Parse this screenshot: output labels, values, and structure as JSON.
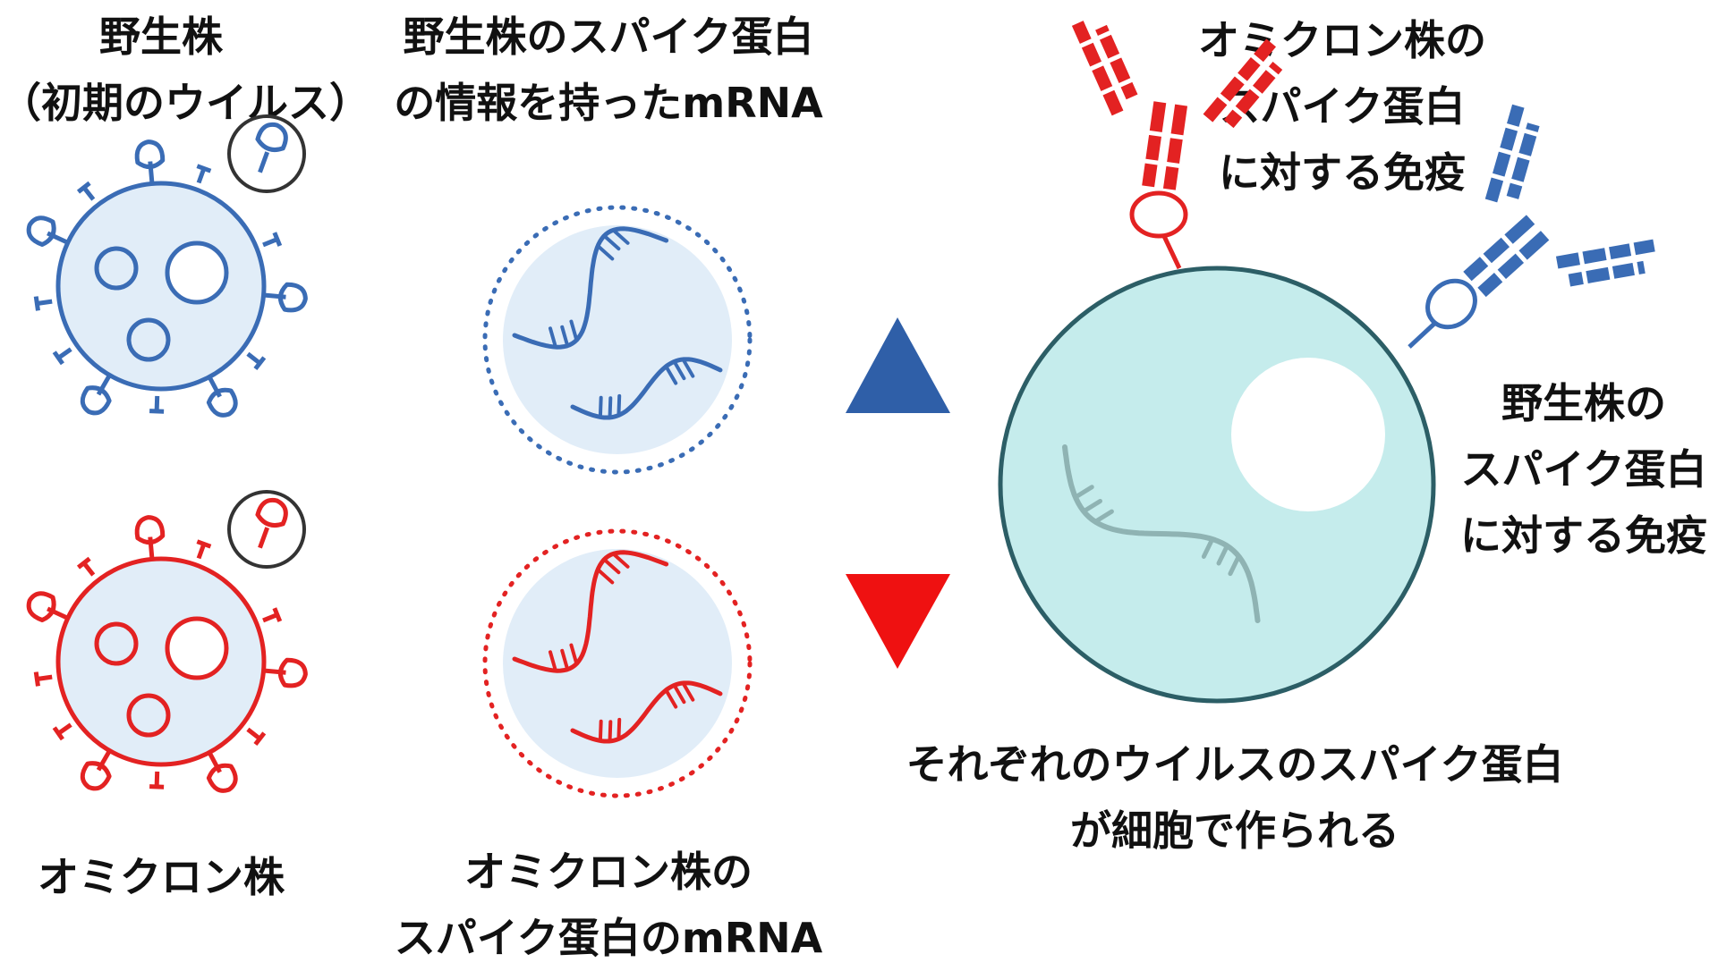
{
  "colors": {
    "wild": "#3a6cb5",
    "omicron": "#e32222",
    "fill": "#e1edf8",
    "cell_fill": "#c5ecec",
    "cell_stroke": "#2c5e66",
    "rna_in_cell": "#8fb3b3",
    "triangle_up": "#2f5fa8",
    "triangle_down": "#ef1111"
  },
  "labels": {
    "wild_virus": [
      "野生株",
      "（初期のウイルス）"
    ],
    "omicron_virus": [
      "オミクロン株"
    ],
    "wild_mrna": [
      "野生株のスパイク蛋白",
      "の情報を持ったmRNA"
    ],
    "omicron_mrna": [
      "オミクロン株の",
      "スパイク蛋白のmRNA"
    ],
    "omicron_immunity": [
      "オミクロン株の",
      "スパイク蛋白",
      "に対する免疫"
    ],
    "wild_immunity": [
      "野生株の",
      "スパイク蛋白",
      "に対する免疫"
    ],
    "cell_caption": [
      "それぞれのウイルスのスパイク蛋白",
      "が細胞で作られる"
    ]
  },
  "icons": {
    "wild_virus": "virus-icon",
    "omicron_virus": "virus-icon",
    "wild_mrna": "mrna-lipid-particle-icon",
    "omicron_mrna": "mrna-lipid-particle-icon",
    "triangle_up": "triangle-up-icon",
    "triangle_down": "triangle-down-icon",
    "cell": "cell-icon",
    "antibody_red": "antibody-icon",
    "antibody_blue": "antibody-icon"
  }
}
